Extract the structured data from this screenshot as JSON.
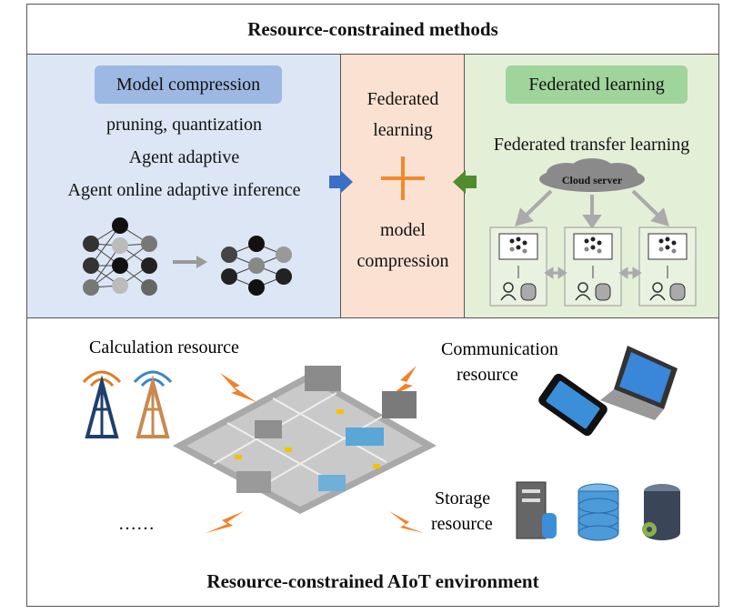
{
  "header": {
    "title": "Resource-constrained methods"
  },
  "model_compression": {
    "label": "Model compression",
    "lines": [
      "pruning, quantization",
      "Agent adaptive",
      "Agent online adaptive inference"
    ]
  },
  "combination": {
    "line1": "Federated",
    "line2": "learning",
    "line3": "model",
    "line4": "compression"
  },
  "federated_learning": {
    "label": "Federated learning",
    "subtitle": "Federated transfer learning",
    "cloud_label": "Cloud server"
  },
  "environment": {
    "calculation": "Calculation resource",
    "communication_line1": "Communication",
    "communication_line2": "resource",
    "storage_line1": "Storage",
    "storage_line2": "resource",
    "ellipsis": "……",
    "title": "Resource-constrained AIoT environment"
  },
  "colors": {
    "left_panel": "#dde6f4",
    "middle_panel": "#fbe1d2",
    "right_panel": "#e4efd8",
    "plus": "#f08a2c",
    "arrow_blue": "#3a6fc8",
    "arrow_green": "#4e8c2e",
    "lightning": "#f0822a"
  }
}
